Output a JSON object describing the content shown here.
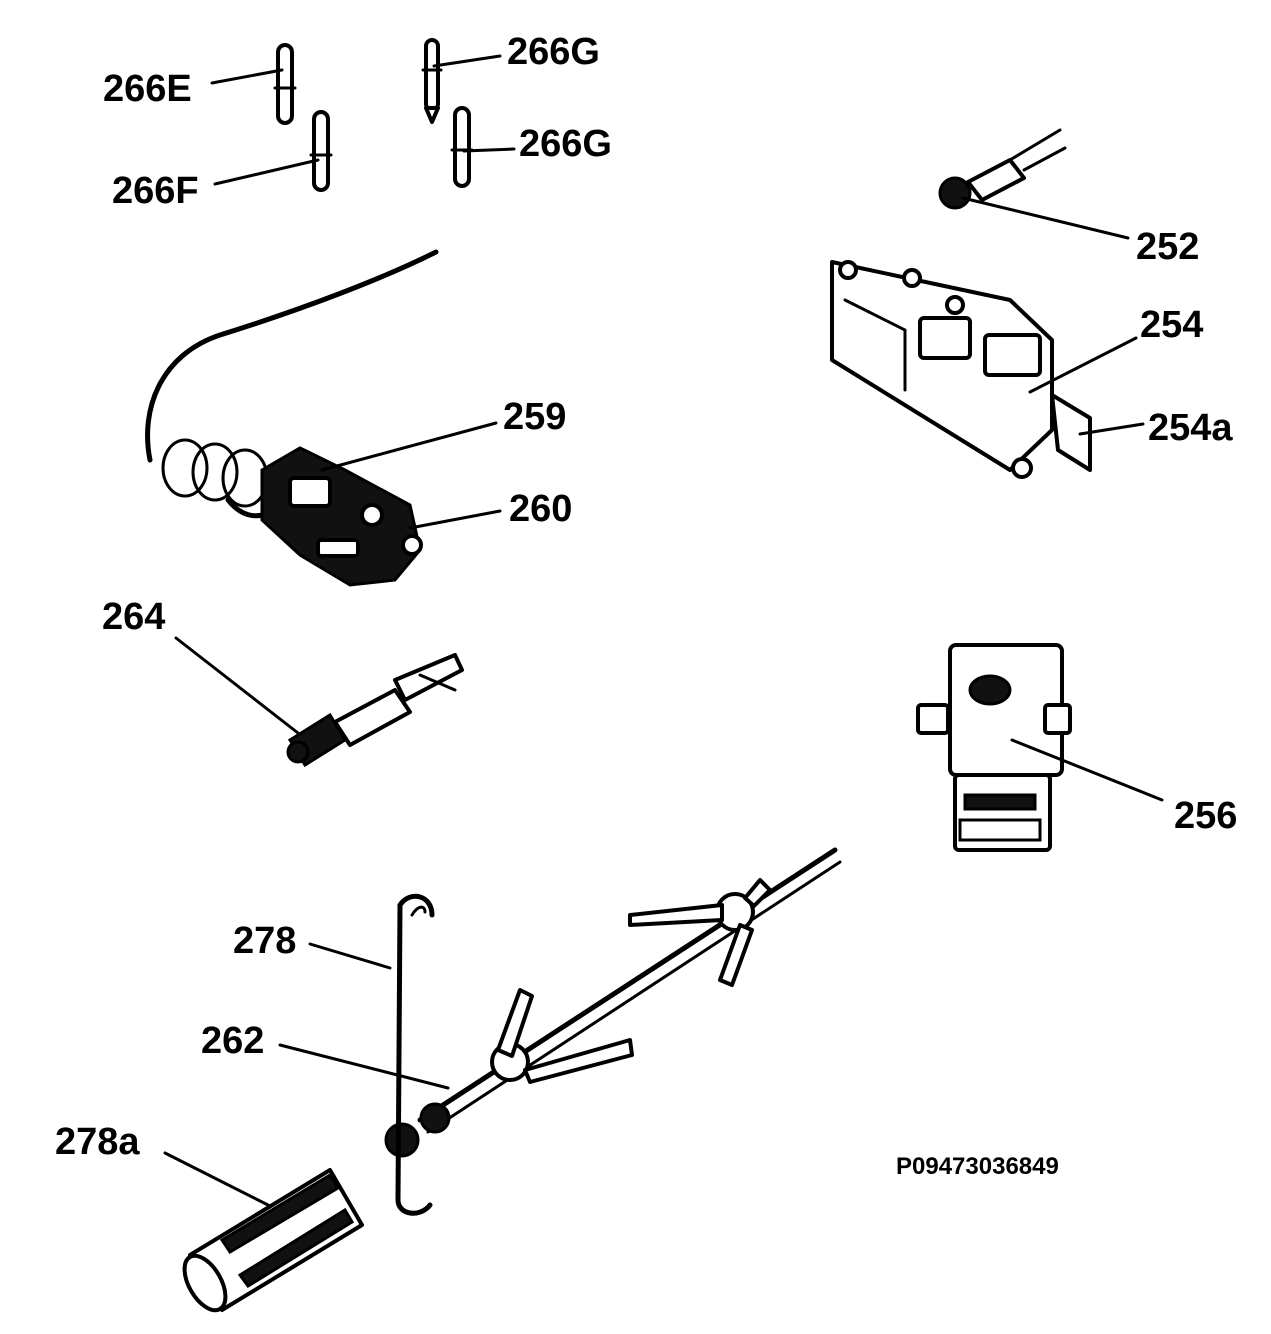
{
  "labels": {
    "l266E": "266E",
    "l266G_top": "266G",
    "l266G_mid": "266G",
    "l266F": "266F",
    "l252": "252",
    "l254": "254",
    "l254a": "254a",
    "l259": "259",
    "l260": "260",
    "l264": "264",
    "l256": "256",
    "l278": "278",
    "l262": "262",
    "l278a": "278a"
  },
  "reference_code": "P09473036849"
}
